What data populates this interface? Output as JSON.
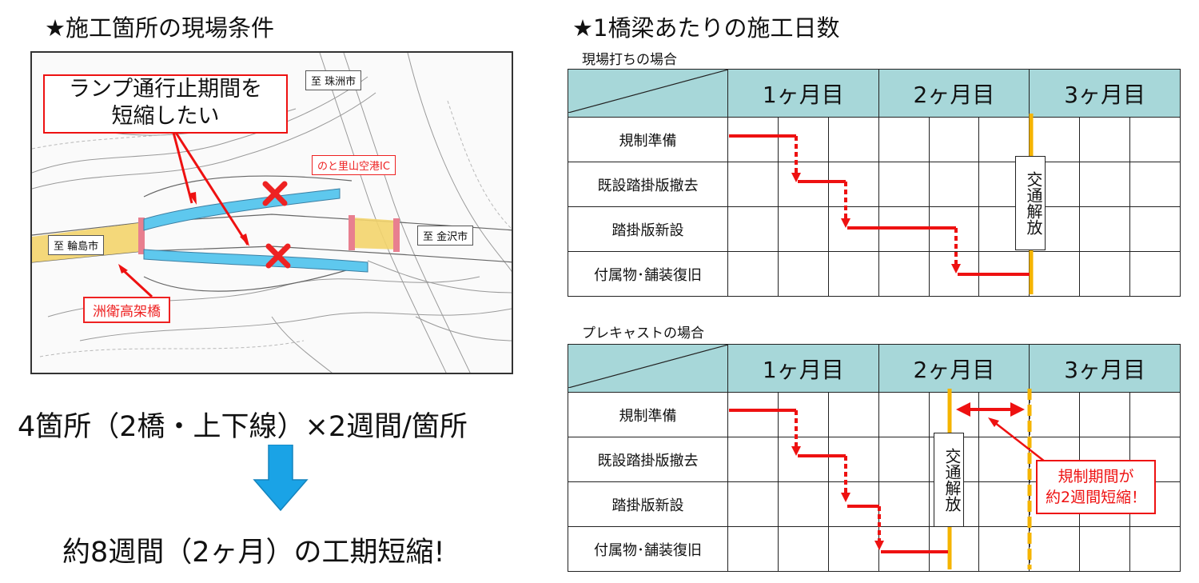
{
  "left": {
    "heading": "★施工箇所の現場条件",
    "map": {
      "callout": [
        "ランプ通行止期間を",
        "短縮したい"
      ],
      "label_north": "至 珠洲市",
      "label_ic": "のと里山空港IC",
      "label_west": "至 輪島市",
      "label_east": "至 金沢市",
      "bridge_name": "洲衛高架橋"
    },
    "summary_line": "4箇所（2橋・上下線）×2週間/箇所",
    "result_line": "約8週間（2ヶ月）の工期短縮!"
  },
  "right": {
    "heading": "★1橋梁あたりの施工日数",
    "chart1": {
      "title": "現場打ちの場合",
      "months": [
        "1ヶ月目",
        "2ヶ月目",
        "3ヶ月目"
      ],
      "tasks": [
        "規制準備",
        "既設踏掛版撤去",
        "踏掛版新設",
        "付属物･舗装復旧"
      ],
      "open_label": "交通解放"
    },
    "chart2": {
      "title": "プレキャストの場合",
      "months": [
        "1ヶ月目",
        "2ヶ月目",
        "3ヶ月目"
      ],
      "tasks": [
        "規制準備",
        "既設踏掛版撤去",
        "踏掛版新設",
        "付属物･舗装復旧"
      ],
      "open_label": "交通解放",
      "note": [
        "規制期間が",
        "約2週間短縮！"
      ]
    }
  },
  "colors": {
    "header_fill": "#a7d7d9",
    "schedule_line": "#ee1111",
    "traffic_open_line": "#f5b400",
    "arrow_fill": "#1aa3e6",
    "ramp_blue": "#5ec8ee",
    "bridge_yellow": "#f3d46b"
  }
}
